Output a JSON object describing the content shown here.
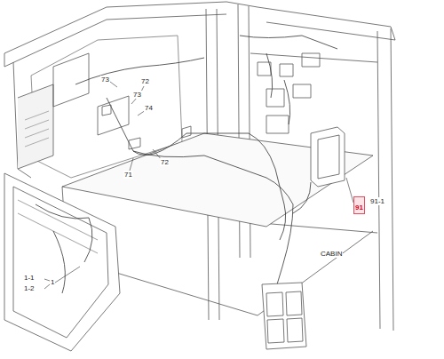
{
  "diagram": {
    "nodes": [
      {
        "text": [
          "91"
        ]
      }
    ],
    "labels": [
      "73",
      "72",
      "73",
      "74",
      "72",
      "71",
      "1-1",
      "1-2",
      "1",
      "91-1",
      "CABIN"
    ]
  }
}
